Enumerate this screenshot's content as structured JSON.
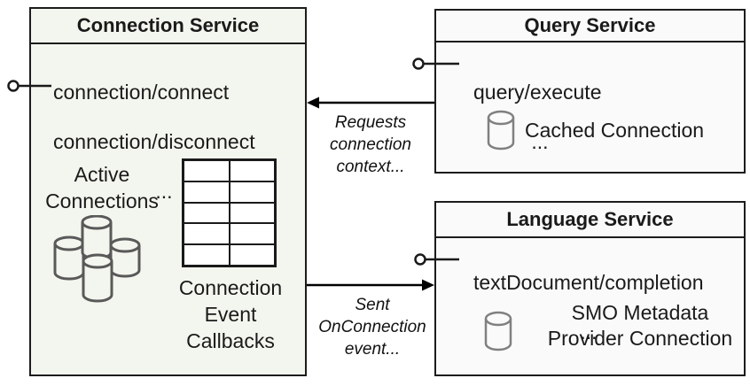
{
  "colors": {
    "connection_box_fill": "#f3f6ee",
    "service_box_fill": "#fafafa",
    "border": "#1c1c1c",
    "text": "#1a1a1a",
    "cluster_icon_stroke": "#595959",
    "cylinder_icon_stroke": "#808080"
  },
  "connection_service": {
    "title": "Connection Service",
    "methods": [
      "connection/connect",
      "connection/disconnect"
    ],
    "more": "...",
    "active_connections_label": "Active\nConnections",
    "callbacks_label": "Connection\nEvent\nCallbacks"
  },
  "query_service": {
    "title": "Query Service",
    "methods": [
      "query/execute"
    ],
    "more": "...",
    "cache_label": "Cached Connection"
  },
  "language_service": {
    "title": "Language Service",
    "methods": [
      "textDocument/completion"
    ],
    "more": "...",
    "provider_label": "SMO Metadata\nProvider Connection"
  },
  "arrows": {
    "requests": {
      "label": "Requests\nconnection\ncontext..."
    },
    "on_connection": {
      "label": "Sent\nOnConnection\nevent..."
    }
  }
}
